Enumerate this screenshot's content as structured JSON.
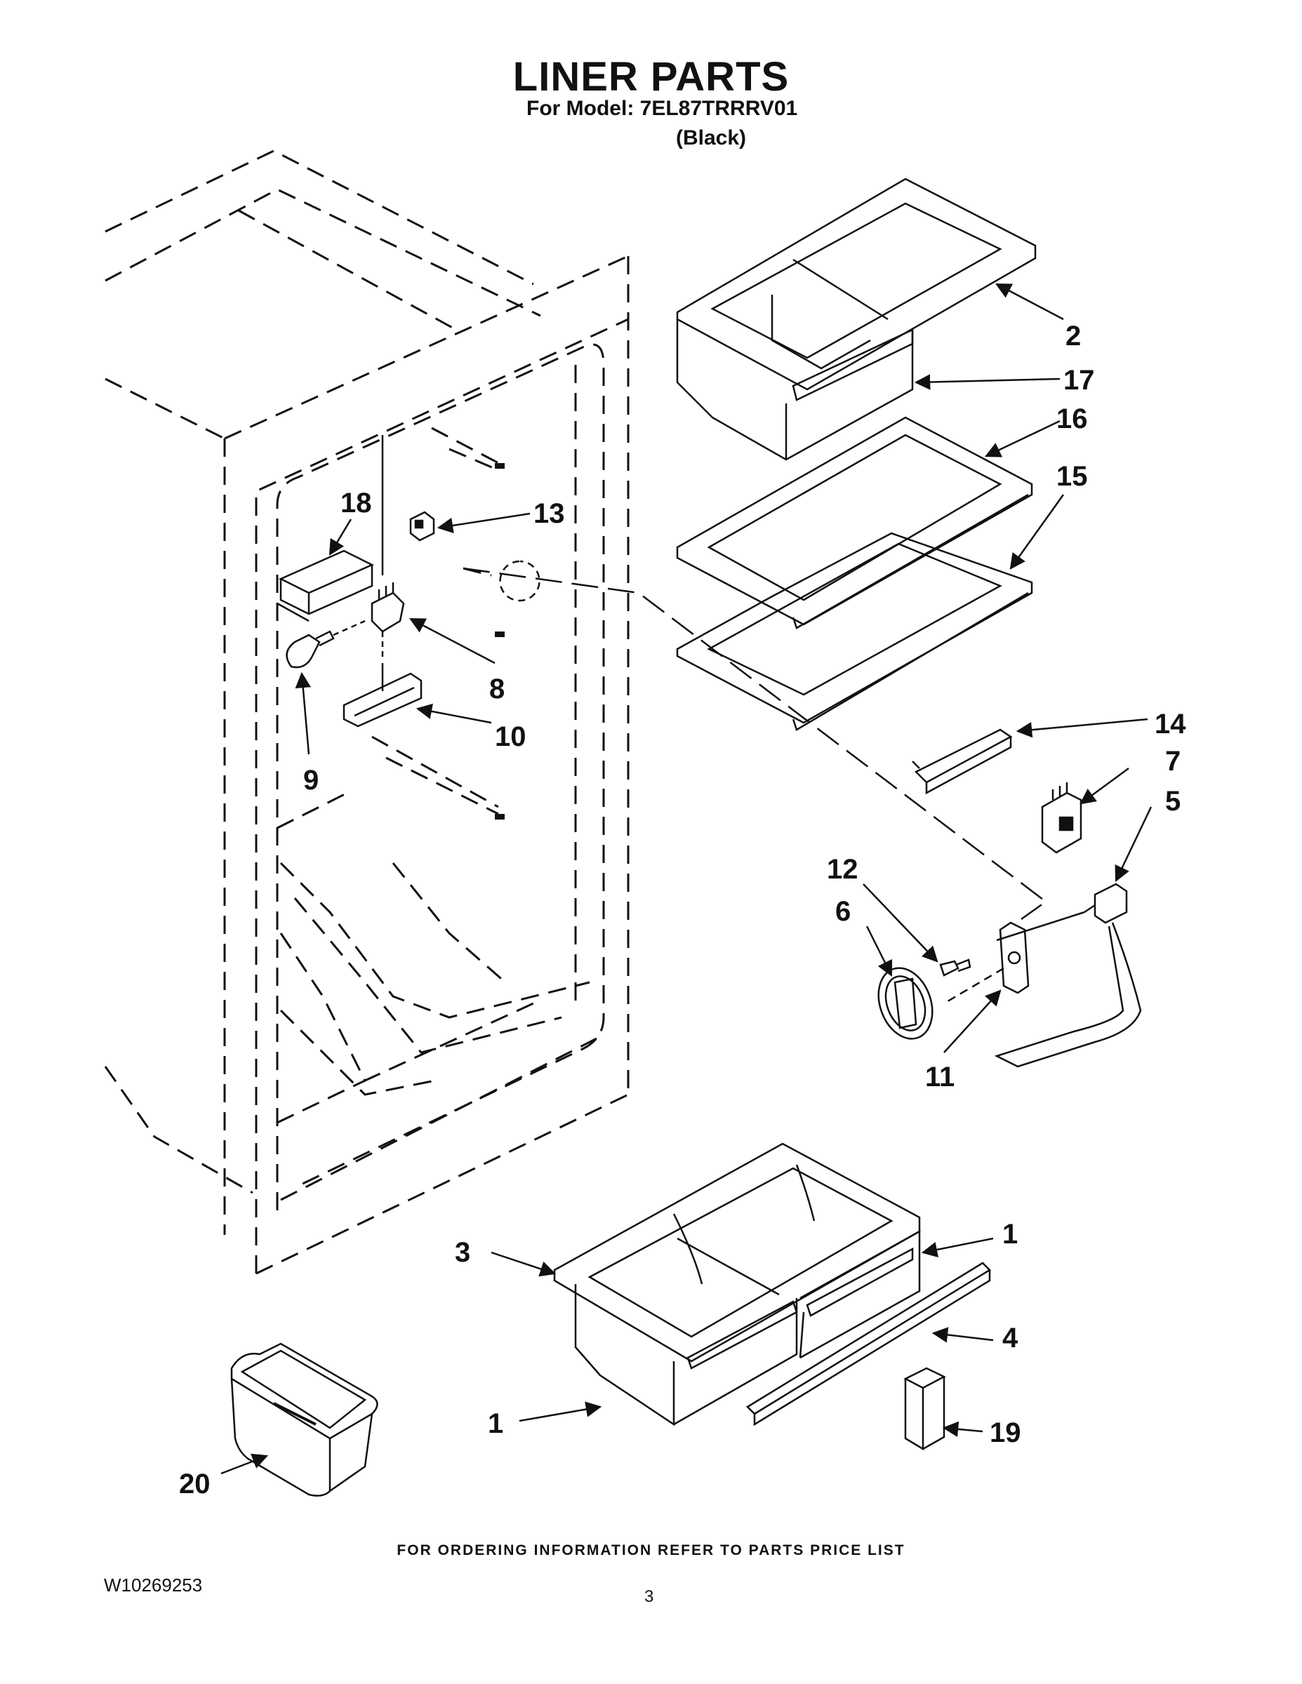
{
  "header": {
    "title": "LINER PARTS",
    "model_line": "For Model: 7EL87TRRRV01",
    "variant": "(Black)"
  },
  "callouts": {
    "c1a": "1",
    "c1b": "1",
    "c2": "2",
    "c3": "3",
    "c4": "4",
    "c5": "5",
    "c6": "6",
    "c7": "7",
    "c8": "8",
    "c9": "9",
    "c10": "10",
    "c11": "11",
    "c12": "12",
    "c13": "13",
    "c14": "14",
    "c15": "15",
    "c16": "16",
    "c17": "17",
    "c18": "18",
    "c19": "19",
    "c20": "20"
  },
  "footer": {
    "note": "FOR ORDERING INFORMATION REFER TO PARTS PRICE LIST",
    "doc_id": "W10269253",
    "page_number": "3"
  }
}
